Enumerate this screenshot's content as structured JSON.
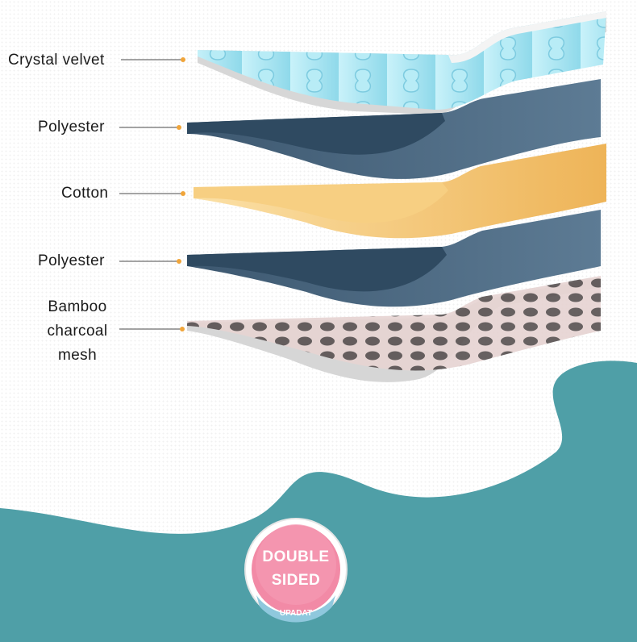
{
  "layers": [
    {
      "label": "Crystal velvet",
      "color": "#a7e4f0"
    },
    {
      "label": "Polyester",
      "color": "#3e5a73"
    },
    {
      "label": "Cotton",
      "color": "#f2c064"
    },
    {
      "label": "Polyester",
      "color": "#3e5a73"
    },
    {
      "label_lines": [
        "Bamboo",
        "charcoal",
        "mesh"
      ],
      "color": "#cdb8b6"
    }
  ],
  "leader_dot_color": "#f0a53a",
  "background_wave_color": "#4f9fa7",
  "badge": {
    "lines": [
      "DOUBLE",
      "SIDED"
    ],
    "ribbon_text": "UPADAT",
    "color": "#f28aa6"
  }
}
